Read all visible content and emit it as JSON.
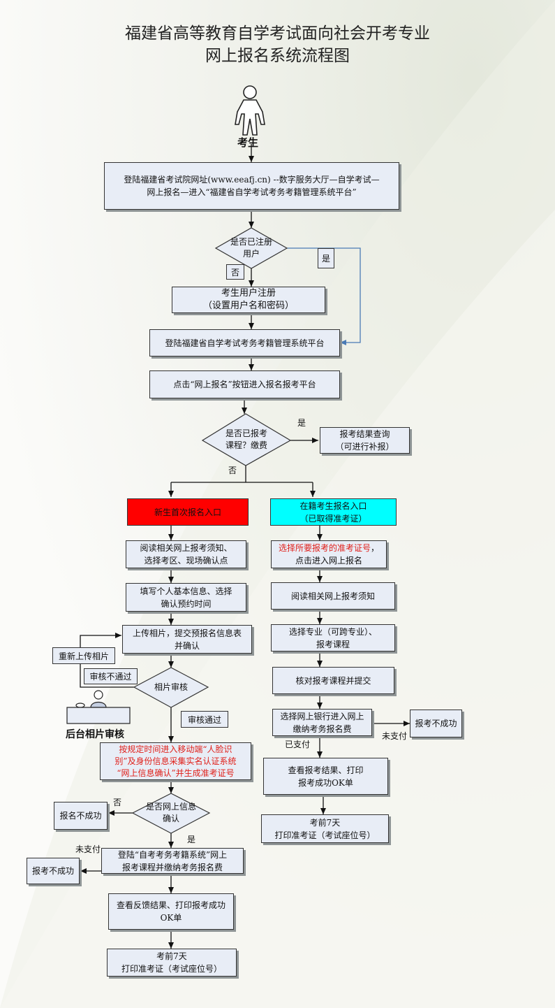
{
  "title": {
    "line1": "福建省高等教育自学考试面向社会开考专业",
    "line2": "网上报名系统流程图"
  },
  "actor": {
    "label": "考生",
    "icon": "person-icon"
  },
  "login_box": {
    "line1": "登陆福建省考试院网址(www.eeafj.cn) --数字服务大厅—自学考试—",
    "line2": "网上报名—进入“福建省自学考试考务考籍管理系统平台”"
  },
  "registered_q": {
    "line1": "是否已注册",
    "line2": "用户"
  },
  "yes_label": "是",
  "no_label": "否",
  "register_box": {
    "line1": "考生用户注册",
    "line2": "（设置用户名和密码）"
  },
  "login_platform": "登陆福建省自学考试考务考籍管理系统平台",
  "click_signup": "点击“网上报名”按钮进入报名报考平台",
  "applied_q": {
    "line1": "是否已报考",
    "line2": "课程？缴费"
  },
  "result_query": {
    "line1": "报考结果查询",
    "line2": "（可进行补报）"
  },
  "left_branch": {
    "entry": "新生首次报名入口",
    "entry_color": "#ff0000",
    "read_notice": {
      "line1": "阅读相关网上报考须知、",
      "line2": "选择考区、现场确认点"
    },
    "fill_info": {
      "line1": "填写个人基本信息、选择",
      "line2": "确认预约时间"
    },
    "upload_photo": {
      "line1": "上传相片，提交预报名信息表",
      "line2": "并确认"
    },
    "reupload": "重新上传相片",
    "review_fail": "审核不通过",
    "photo_review": "相片审核",
    "backend_review": "后台相片审核",
    "review_pass": "审核通过",
    "face_verify": {
      "line1": "按规定时间进入移动端“人脸识",
      "line2": "别”及身份信息采集实名认证系统",
      "line3": "“网上信息确认”并生成准考证号"
    },
    "confirm_q": {
      "line1": "是否网上信息",
      "line2": "确认"
    },
    "reg_fail": "报名不成功",
    "login_pay": {
      "line1": "登陆“自考考务考籍系统”网上",
      "line2": "报考课程并缴纳考务报名费"
    },
    "unpaid": "未支付",
    "apply_fail": "报考不成功",
    "view_feedback": {
      "line1": "查看反馈结果、打印报考成功",
      "line2": "OK单"
    },
    "print_ticket": {
      "line1": "考前7天",
      "line2": "打印准考证（考试座位号）"
    }
  },
  "right_branch": {
    "entry": {
      "line1": "在籍考生报名入口",
      "line2": "（已取得准考证）"
    },
    "entry_color": "#00ffff",
    "select_ticket": {
      "line1_red": "选择所要报考的准考证号",
      "line1_tail": "，",
      "line2": "点击进入网上报名"
    },
    "read_notice": "阅读相关网上报考须知",
    "select_major": {
      "line1": "选择专业（可跨专业）、",
      "line2": "报考课程"
    },
    "check_submit": "核对报考课程并提交",
    "bank_pay": {
      "line1": "选择网上银行进入网上",
      "line2": "缴纳考务报名费"
    },
    "unpaid": "未支付",
    "paid": "已支付",
    "apply_fail": "报考不成功",
    "view_result": {
      "line1": "查看报考结果、打印",
      "line2": "报考成功OK单"
    },
    "print_ticket": {
      "line1": "考前7天",
      "line2": "打印准考证（考试座位号）"
    }
  },
  "colors": {
    "box_fill": "#e8edf6",
    "line": "#111111",
    "loop_line": "#4a7ab5",
    "red_text": "#e0201a"
  }
}
